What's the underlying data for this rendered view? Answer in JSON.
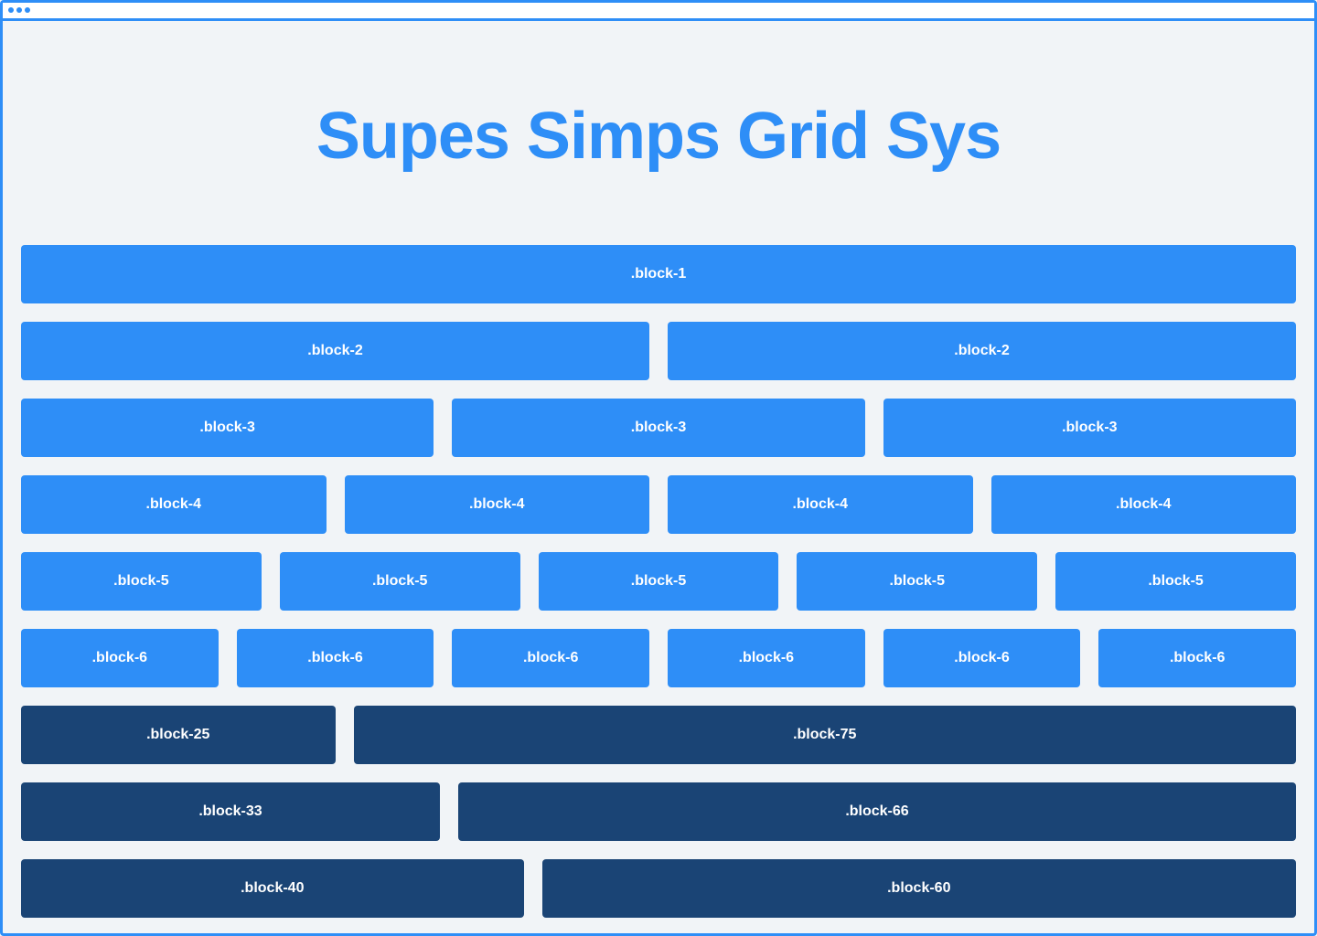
{
  "title": "Supes Simps Grid Sys",
  "colors": {
    "accent": "#2e8ef7",
    "dark": "#1a4475",
    "background": "#f1f4f7"
  },
  "rows": [
    {
      "dark": false,
      "blocks": [
        {
          "label": ".block-1",
          "grow": 1
        }
      ]
    },
    {
      "dark": false,
      "blocks": [
        {
          "label": ".block-2",
          "grow": 1
        },
        {
          "label": ".block-2",
          "grow": 1
        }
      ]
    },
    {
      "dark": false,
      "blocks": [
        {
          "label": ".block-3",
          "grow": 1
        },
        {
          "label": ".block-3",
          "grow": 1
        },
        {
          "label": ".block-3",
          "grow": 1
        }
      ]
    },
    {
      "dark": false,
      "blocks": [
        {
          "label": ".block-4",
          "grow": 1
        },
        {
          "label": ".block-4",
          "grow": 1
        },
        {
          "label": ".block-4",
          "grow": 1
        },
        {
          "label": ".block-4",
          "grow": 1
        }
      ]
    },
    {
      "dark": false,
      "blocks": [
        {
          "label": ".block-5",
          "grow": 1
        },
        {
          "label": ".block-5",
          "grow": 1
        },
        {
          "label": ".block-5",
          "grow": 1
        },
        {
          "label": ".block-5",
          "grow": 1
        },
        {
          "label": ".block-5",
          "grow": 1
        }
      ]
    },
    {
      "dark": false,
      "blocks": [
        {
          "label": ".block-6",
          "grow": 1
        },
        {
          "label": ".block-6",
          "grow": 1
        },
        {
          "label": ".block-6",
          "grow": 1
        },
        {
          "label": ".block-6",
          "grow": 1
        },
        {
          "label": ".block-6",
          "grow": 1
        },
        {
          "label": ".block-6",
          "grow": 1
        }
      ]
    },
    {
      "dark": true,
      "blocks": [
        {
          "label": ".block-25",
          "grow": 25
        },
        {
          "label": ".block-75",
          "grow": 75
        }
      ]
    },
    {
      "dark": true,
      "blocks": [
        {
          "label": ".block-33",
          "grow": 33
        },
        {
          "label": ".block-66",
          "grow": 66
        }
      ]
    },
    {
      "dark": true,
      "blocks": [
        {
          "label": ".block-40",
          "grow": 40
        },
        {
          "label": ".block-60",
          "grow": 60
        }
      ]
    }
  ]
}
